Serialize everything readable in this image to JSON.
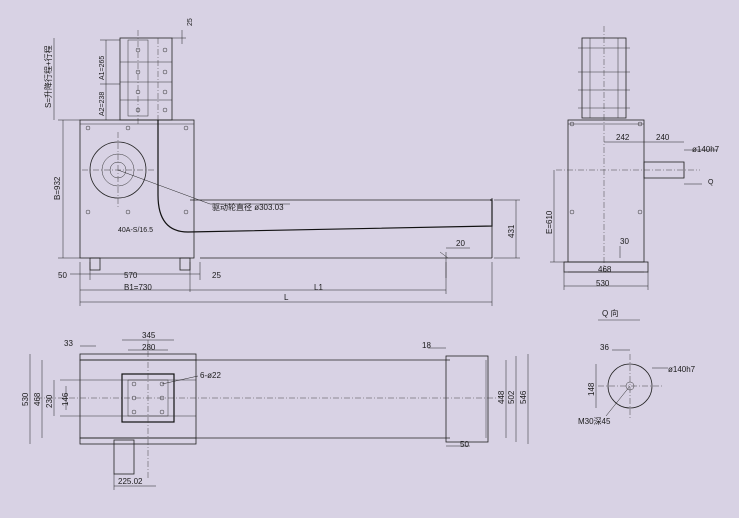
{
  "views": {
    "front": {
      "dims": {
        "top_25": "25",
        "a1": "A1=265",
        "a2": "A2=238",
        "stroke": "S=升降行程+行程",
        "b": "B=932",
        "drive_dia": "驱动轮直径 ø303.03",
        "reducer": "40A-S/16.5",
        "h431": "431",
        "d20": "20",
        "d50": "50",
        "d570": "570",
        "d25": "25",
        "l1": "L1",
        "b1": "B1=730",
        "l": "L"
      }
    },
    "side": {
      "dims": {
        "d242": "242",
        "d240": "240",
        "shaft": "ø140h7",
        "q_arrow": "Q",
        "e": "E=610",
        "d30": "30",
        "d468": "468",
        "d530": "530"
      }
    },
    "plan": {
      "dims": {
        "d33": "33",
        "d345": "345",
        "d280": "280",
        "holes": "6-ø22",
        "d530": "530",
        "d468": "468",
        "d230": "230",
        "d146": "146",
        "d18": "18",
        "d448": "448",
        "d502": "502",
        "d546": "546",
        "d50": "50",
        "d225": "225.02"
      }
    },
    "q_view": {
      "title": "Q 向",
      "dims": {
        "d36": "36",
        "shaft": "ø140h7",
        "d148": "148",
        "bolt": "M30深45"
      }
    }
  }
}
